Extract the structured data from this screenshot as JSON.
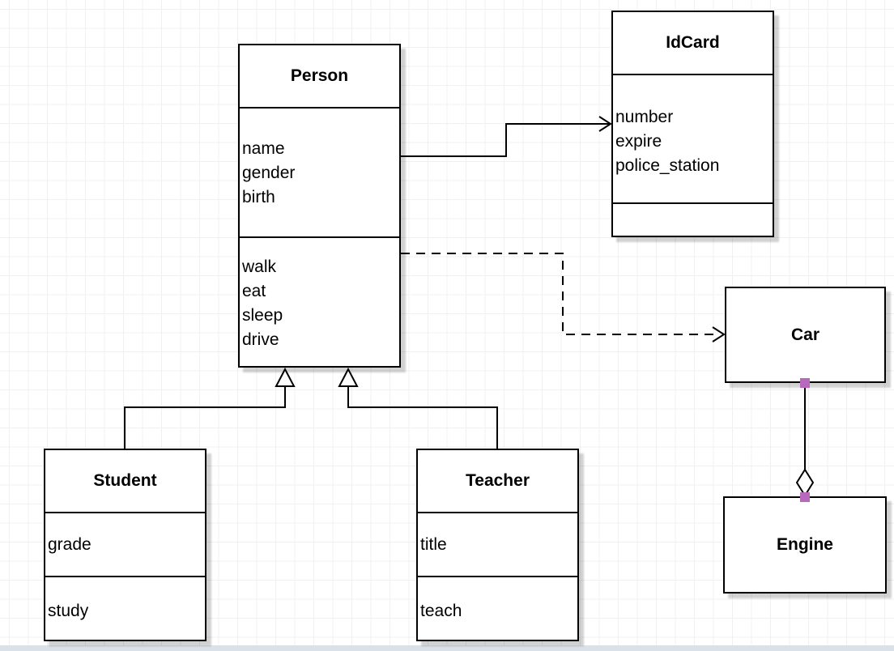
{
  "diagram": {
    "classes": {
      "person": {
        "title": "Person",
        "attributes": [
          "name",
          "gender",
          "birth"
        ],
        "methods": [
          "walk",
          "eat",
          "sleep",
          "drive"
        ]
      },
      "idcard": {
        "title": "IdCard",
        "attributes": [
          "number",
          "expire",
          "police_station"
        ],
        "methods": []
      },
      "student": {
        "title": "Student",
        "attributes": [
          "grade"
        ],
        "methods": [
          "study"
        ]
      },
      "teacher": {
        "title": "Teacher",
        "attributes": [
          "title"
        ],
        "methods": [
          "teach"
        ]
      },
      "car": {
        "title": "Car",
        "attributes": [],
        "methods": []
      },
      "engine": {
        "title": "Engine",
        "attributes": [],
        "methods": []
      }
    },
    "relationships": [
      {
        "type": "association",
        "from": "Person",
        "to": "IdCard",
        "style": "solid-open-arrow"
      },
      {
        "type": "dependency",
        "from": "Person",
        "to": "Car",
        "style": "dashed-open-arrow"
      },
      {
        "type": "generalization",
        "from": "Student",
        "to": "Person",
        "style": "solid-hollow-triangle"
      },
      {
        "type": "generalization",
        "from": "Teacher",
        "to": "Person",
        "style": "solid-hollow-triangle"
      },
      {
        "type": "aggregation",
        "from": "Car",
        "to": "Engine",
        "style": "solid-hollow-diamond"
      }
    ],
    "colors": {
      "stroke": "#000000",
      "shape_fill": "#ffffff",
      "endpoint_handle": "#b769bc",
      "grid_line": "#f0f0f0",
      "bottom_strip": "#dbe1e8"
    }
  }
}
